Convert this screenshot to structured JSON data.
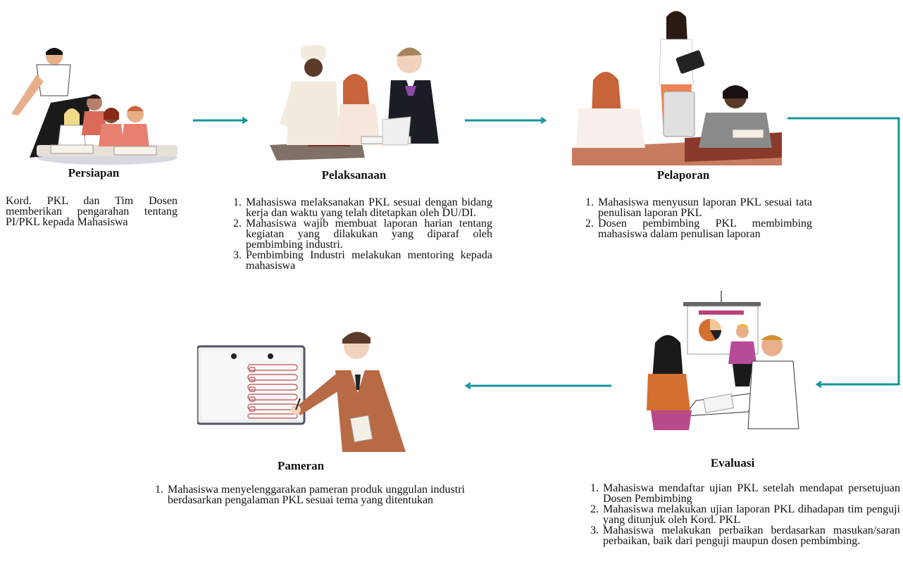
{
  "colors": {
    "arrow": "#11969a",
    "skin": "#e8b08a",
    "dark_skin": "#5a3a28",
    "hair_brown": "#7a3a1f",
    "orange": "#d3702f",
    "rose": "#c66b6b"
  },
  "stages": [
    {
      "title": "Persiapan",
      "description": "Kord. PKL dan Tim Dosen memberikan pengarahan tentang PI/PKL kepada Mahasiswa"
    },
    {
      "title": "Pelaksanaan",
      "steps": [
        "Mahasiswa melaksanakan PKL sesuai dengan bidang kerja dan waktu yang telah ditetapkan oleh DU/DI.",
        "Mahasiswa wajib membuat laporan harian tentang kegiatan yang dilakukan yang diparaf oleh pembimbing industri.",
        "Pembimbing Industri melakukan mentoring kepada mahasiswa"
      ]
    },
    {
      "title": "Pelaporan",
      "steps": [
        "Mahasiswa menyusun laporan PKL sesuai tata penulisan laporan PKL",
        "Dosen pembimbing PKL membimbing mahasiswa dalam penulisan laporan"
      ]
    },
    {
      "title": "Evaluasi",
      "steps": [
        "Mahasiswa mendaftar ujian PKL setelah mendapat persetujuan Dosen Pembimbing",
        "Mahasiswa melakukan ujian laporan PKL dihadapan tim penguji yang ditunjuk oleh Kord. PKL",
        "Mahasiswa melakukan perbaikan berdasarkan masukan/saran perbaikan, baik dari penguji maupun dosen pembimbing."
      ]
    },
    {
      "title": "Pameran",
      "steps": [
        "Mahasiswa menyelenggarakan pameran produk unggulan industri berdasarkan pengalaman PKL sesuai tema yang ditentukan"
      ]
    }
  ],
  "step_numbers": [
    "1.",
    "2.",
    "3."
  ]
}
